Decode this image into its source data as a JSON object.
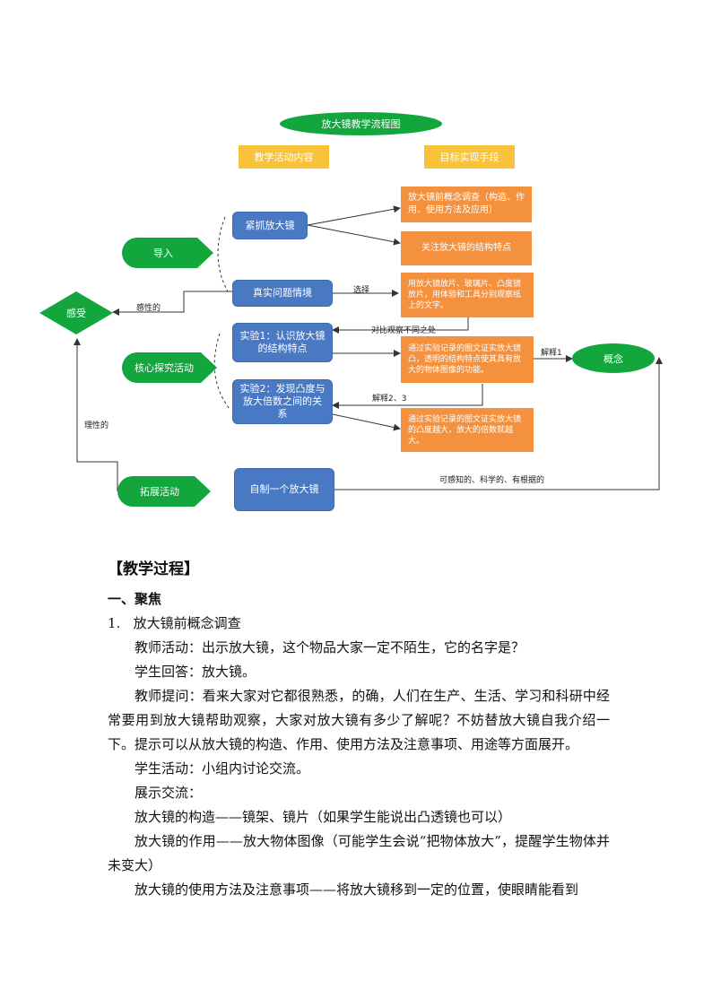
{
  "flowchart": {
    "title": "放大镜教学流程图",
    "headers": {
      "activities": "教学活动内容",
      "means": "目标实现手段"
    },
    "stages": {
      "intro": "导入",
      "core": "核心探究活动",
      "extension": "拓展活动"
    },
    "left_node": "感受",
    "right_node": "概念",
    "activities": {
      "a1": "紧抓放大镜",
      "a2": "真实问题情境",
      "a3": "实验1：认识放大镜的结构特点",
      "a4": "实验2：发现凸度与放大倍数之间的关系",
      "a5": "自制一个放大镜"
    },
    "means": {
      "m1": "放大镜前概念调查（构造、作用、使用方法及应用）",
      "m2": "关注放大镜的结构特点",
      "m3": "用放大镜放片、玻璃片、凸度镜放片，用体验和工具分别观察纸上的文字。",
      "m4": "通过实验记录的图文证实放大镜凸，透明的结构特点使其具有放大的物体图像的功能。",
      "m5": "通过实验记录的图文证实放大镜的凸度越大，放大的倍数就越大。"
    },
    "labels": {
      "perceptual": "感性的",
      "select": "选择",
      "compare": "对比观察不同之处",
      "rational": "理性的",
      "words1": "解释1",
      "words23": "解释2、3",
      "scientific": "可感知的、科学的、有根据的"
    }
  },
  "document": {
    "heading": "【教学过程】",
    "section": "一、聚焦",
    "item_number": "1.",
    "item_title": "放大镜前概念调查",
    "paragraphs": [
      "教师活动：出示放大镜，这个物品大家一定不陌生，它的名字是？",
      "学生回答：放大镜。",
      "教师提问：看来大家对它都很熟悉，的确，人们在生产、生活、学习和科研中经常要用到放大镜帮助观察，大家对放大镜有多少了解呢？不妨替放大镜自我介绍一下。提示可以从放大镜的构造、作用、使用方法及注意事项、用途等方面展开。",
      "学生活动：小组内讨论交流。",
      "展示交流：",
      "放大镜的构造——镜架、镜片（如果学生能说出凸透镜也可以）",
      "放大镜的作用——放大物体图像（可能学生会说“把物体放大”，提醒学生物体并未变大）",
      "放大镜的使用方法及注意事项——将放大镜移到一定的位置，使眼睛能看到"
    ]
  },
  "colors": {
    "green": "#12a63d",
    "blue": "#4a79c4",
    "orange": "#f3913f",
    "yellow": "#f8c23a"
  }
}
